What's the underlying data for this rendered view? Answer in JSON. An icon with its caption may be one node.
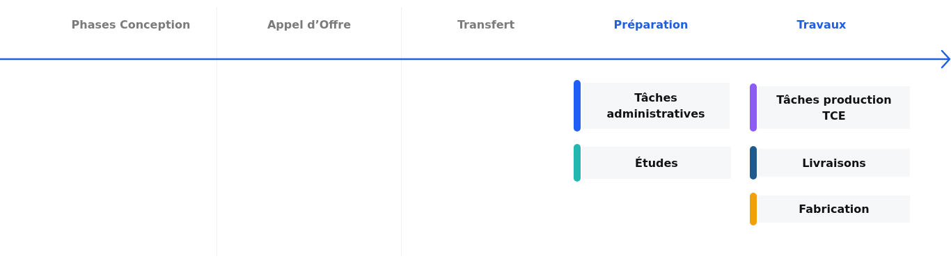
{
  "diagram": {
    "nodes": [
      {
        "text": [
          "Tâches administratives"
        ]
      },
      {
        "text": [
          "Études"
        ]
      },
      {
        "text": [
          "Tâches production TCE"
        ]
      },
      {
        "text": [
          "Livraisons"
        ]
      },
      {
        "text": [
          "Fabrication"
        ]
      }
    ],
    "labels": [
      "Phases Conception",
      "Appel d’Offre",
      "Transfert",
      "Préparation",
      "Travaux"
    ]
  }
}
